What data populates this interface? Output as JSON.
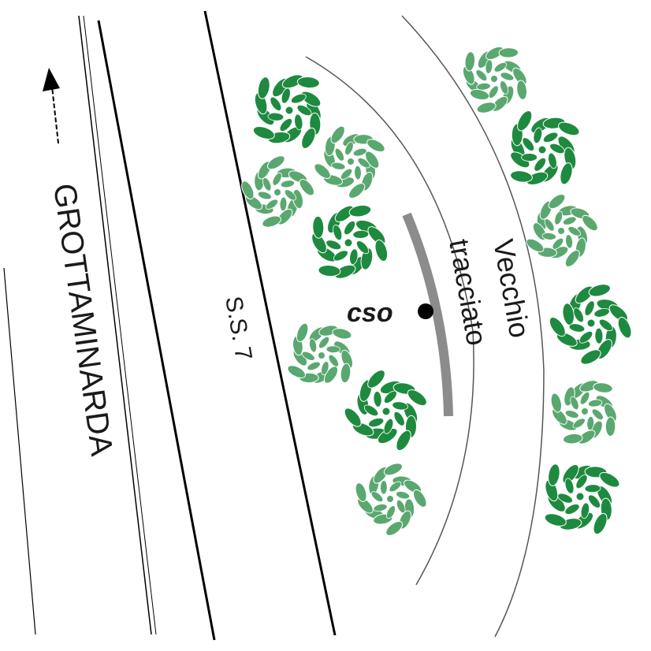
{
  "labels": {
    "road_left": "GROTTAMINARDA",
    "road_main": "S.S. 7",
    "old_route_line1": "Vecchio",
    "old_route_line2": "tracciato",
    "station": "cso"
  },
  "colors": {
    "tree_dark": "#1e8a3f",
    "tree_light": "#5aa870",
    "road_line": "#000000",
    "curve_line": "#555555",
    "old_track": "#8c8c8c",
    "background": "#ffffff"
  },
  "icons": {
    "direction_arrow": "arrow-up-icon",
    "station_marker": "station-dot-icon",
    "tree_symbol": "tree-icon"
  }
}
